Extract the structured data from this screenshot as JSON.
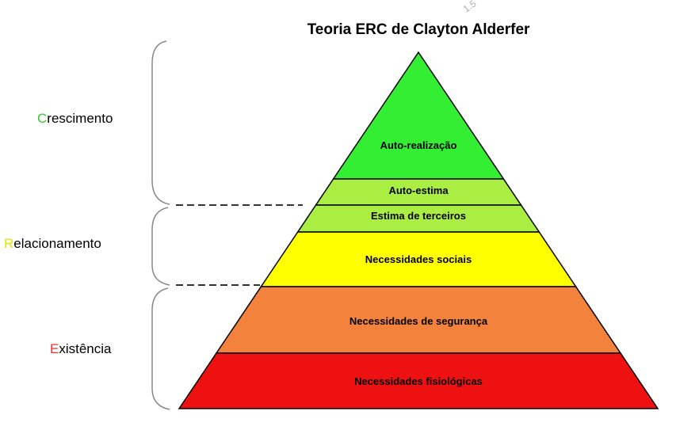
{
  "title": "Teoria ERC de Clayton Alderfer",
  "watermark": "1.5",
  "colors": {
    "outline": "#000000",
    "bracket": "#888888",
    "dash": "#333333"
  },
  "groups": [
    {
      "id": "crescimento",
      "initial": "C",
      "rest": "rescimento",
      "initial_color": "#33cc33"
    },
    {
      "id": "relacionamento",
      "initial": "R",
      "rest": "elacionamento",
      "initial_color": "#e6e600"
    },
    {
      "id": "existencia",
      "initial": "E",
      "rest": "xistência",
      "initial_color": "#ee3333"
    }
  ],
  "layers": [
    {
      "id": "auto-realizacao",
      "label": "Auto-realização",
      "color": "#33ee33"
    },
    {
      "id": "auto-estima",
      "label": "Auto-estima",
      "color": "#aaee44"
    },
    {
      "id": "estima-terceiros",
      "label": "Estima de terceiros",
      "color": "#aaee44"
    },
    {
      "id": "necessidades-sociais",
      "label": "Necessidades sociais",
      "color": "#ffff00"
    },
    {
      "id": "necessidades-seguranca",
      "label": "Necessidades de segurança",
      "color": "#f2823c"
    },
    {
      "id": "necessidades-fisiologicas",
      "label": "Necessidades fisiológicas",
      "color": "#ee1111"
    }
  ]
}
